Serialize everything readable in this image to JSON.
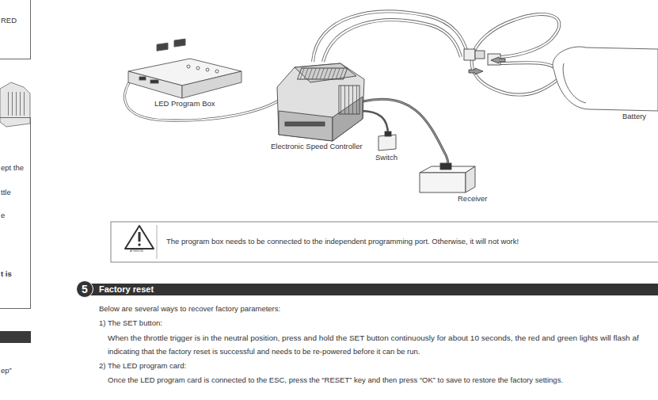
{
  "diagram": {
    "nodes": [
      {
        "text": [
          "RED"
        ]
      },
      {
        "text": [
          "ept the",
          "ttle",
          "e",
          "t is"
        ]
      },
      {
        "text": [
          "ATTENTION",
          "The program box needs to be connected to the independent programming port. Otherwise, it will not work!"
        ]
      },
      {
        "text": [
          "5",
          "Factory reset"
        ]
      }
    ],
    "labels": [
      "LED Program Box",
      "Electronic Speed Controller",
      "Switch",
      "Receiver",
      "Battery",
      "Below are several ways to recover factory parameters:",
      "1) The SET button:",
      "When the throttle trigger is in the neutral position, press and hold the SET button continuously for about 10 seconds, the red and green lights will flash af",
      "indicating that the factory reset is successful and needs to be re-powered before it can be run.",
      "2) The LED program card:",
      "Once the LED program card is connected to the ESC, press the “RESET” key and then press “OK” to save to restore the factory settings.",
      "ep”"
    ]
  }
}
